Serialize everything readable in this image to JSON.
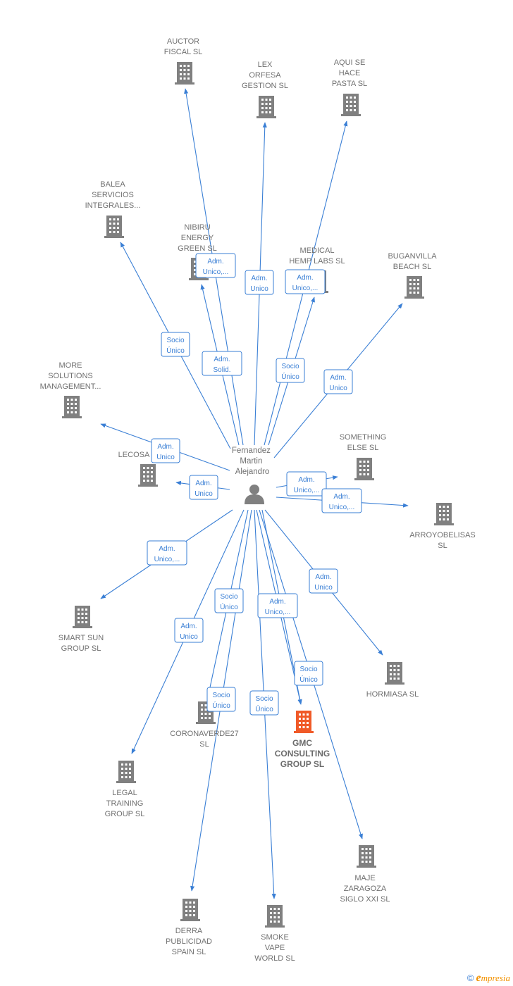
{
  "center": {
    "label": [
      "Fernandez",
      "Martin",
      "Alejandro"
    ]
  },
  "colors": {
    "edge": "#3a7fd5",
    "building": "#808080",
    "highlight": "#f05a28"
  },
  "nodes": [
    {
      "id": "auctor",
      "label": [
        "AUCTOR",
        "FISCAL  SL"
      ]
    },
    {
      "id": "lex",
      "label": [
        "LEX",
        "ORFESA",
        "GESTION  SL"
      ]
    },
    {
      "id": "aqui",
      "label": [
        "AQUI SE",
        "HACE",
        "PASTA  SL"
      ]
    },
    {
      "id": "balea",
      "label": [
        "BALEA",
        "SERVICIOS",
        "INTEGRALES..."
      ]
    },
    {
      "id": "nibiru",
      "label": [
        "NIBIRU",
        "ENERGY",
        "GREEN  SL"
      ]
    },
    {
      "id": "medical",
      "label": [
        "MEDICAL",
        "HEMP LABS  SL"
      ]
    },
    {
      "id": "buganvilla",
      "label": [
        "BUGANVILLA",
        "BEACH  SL"
      ]
    },
    {
      "id": "more",
      "label": [
        "MORE",
        "SOLUTIONS",
        "MANAGEMENT..."
      ]
    },
    {
      "id": "lecosa",
      "label": [
        "LECOSA"
      ]
    },
    {
      "id": "something",
      "label": [
        "SOMETHING",
        "ELSE  SL"
      ]
    },
    {
      "id": "arroyo",
      "label": [
        "ARROYOBELISAS",
        "SL"
      ]
    },
    {
      "id": "smartsun",
      "label": [
        "SMART SUN",
        "GROUP  SL"
      ]
    },
    {
      "id": "hormiasa",
      "label": [
        "HORMIASA  SL"
      ]
    },
    {
      "id": "corona",
      "label": [
        "CORONAVERDE27",
        "SL"
      ]
    },
    {
      "id": "gmc",
      "label": [
        "GMC",
        "CONSULTING",
        "GROUP  SL"
      ],
      "highlight": true
    },
    {
      "id": "legal",
      "label": [
        "LEGAL",
        "TRAINING",
        "GROUP  SL"
      ]
    },
    {
      "id": "maje",
      "label": [
        "MAJE",
        "ZARAGOZA",
        "SIGLO XXI SL"
      ]
    },
    {
      "id": "derra",
      "label": [
        "DERRA",
        "PUBLICIDAD",
        "SPAIN  SL"
      ]
    },
    {
      "id": "smoke",
      "label": [
        "SMOKE",
        "VAPE",
        "WORLD  SL"
      ]
    }
  ],
  "edges": [
    {
      "target": "auctor",
      "label": [
        "Adm.",
        "Unico,..."
      ]
    },
    {
      "target": "lex",
      "label": [
        "Adm.",
        "Unico"
      ]
    },
    {
      "target": "aqui",
      "label": [
        "Adm.",
        "Unico,..."
      ]
    },
    {
      "target": "balea",
      "label": [
        "Socio",
        "Único"
      ]
    },
    {
      "target": "nibiru",
      "label": [
        "Adm.",
        "Solid."
      ]
    },
    {
      "target": "medical",
      "label": [
        "Socio",
        "Único"
      ]
    },
    {
      "target": "buganvilla",
      "label": [
        "Adm.",
        "Unico"
      ]
    },
    {
      "target": "more",
      "label": [
        "Adm.",
        "Unico"
      ]
    },
    {
      "target": "lecosa",
      "label": [
        "Adm.",
        "Unico"
      ]
    },
    {
      "target": "something",
      "label": [
        "Adm.",
        "Unico,..."
      ]
    },
    {
      "target": "arroyo",
      "label": [
        "Adm.",
        "Unico,..."
      ]
    },
    {
      "target": "smartsun",
      "label": [
        "Adm.",
        "Unico,..."
      ]
    },
    {
      "target": "hormiasa",
      "label": [
        "Adm.",
        "Unico"
      ]
    },
    {
      "target": "corona",
      "label": [
        "Socio",
        "Único"
      ]
    },
    {
      "target": "gmc",
      "label": [
        "Adm.",
        "Unico,..."
      ]
    },
    {
      "target": "gmc",
      "label": [
        "Socio",
        "Único"
      ]
    },
    {
      "target": "legal",
      "label": [
        "Adm.",
        "Unico"
      ]
    },
    {
      "target": "maje",
      "label": [
        "Socio",
        "Único"
      ]
    },
    {
      "target": "derra",
      "label": [
        "Socio",
        "Único"
      ]
    },
    {
      "target": "smoke",
      "label": [
        "Socio",
        "Único"
      ]
    }
  ],
  "footer": {
    "copyright": "©",
    "brand_initial": "e",
    "brand_rest": "mpresia"
  }
}
